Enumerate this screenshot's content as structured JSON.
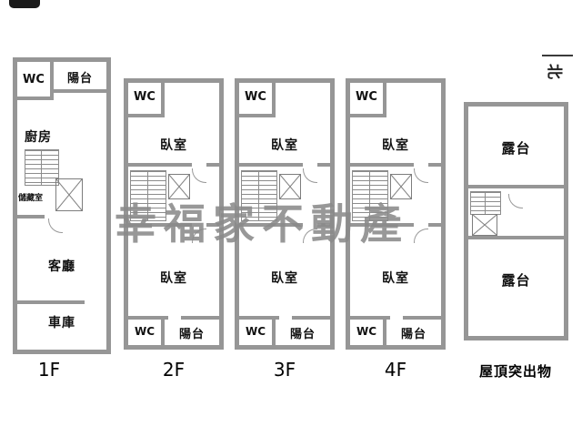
{
  "watermark": "幸福家不動產",
  "compass": {
    "north_label": "北"
  },
  "colors": {
    "wall": "#969696",
    "watermark": "#8a8a8a"
  },
  "floors": [
    {
      "name": "1F",
      "rooms": {
        "wc": "WC",
        "balcony": "陽台",
        "kitchen": "廚房",
        "storage": "儲藏室",
        "living_room": "客廳",
        "garage": "車庫"
      }
    },
    {
      "name": "2F",
      "rooms": {
        "wc_top": "WC",
        "bedroom_top": "臥室",
        "bedroom_bottom": "臥室",
        "wc_bottom": "WC",
        "balcony": "陽台"
      }
    },
    {
      "name": "3F",
      "rooms": {
        "wc_top": "WC",
        "bedroom_top": "臥室",
        "bedroom_bottom": "臥室",
        "wc_bottom": "WC",
        "balcony": "陽台"
      }
    },
    {
      "name": "4F",
      "rooms": {
        "wc_top": "WC",
        "bedroom_top": "臥室",
        "bedroom_bottom": "臥室",
        "wc_bottom": "WC",
        "balcony": "陽台"
      }
    },
    {
      "name": "屋頂突出物",
      "rooms": {
        "terrace_top": "露台",
        "terrace_bottom": "露台"
      }
    }
  ]
}
